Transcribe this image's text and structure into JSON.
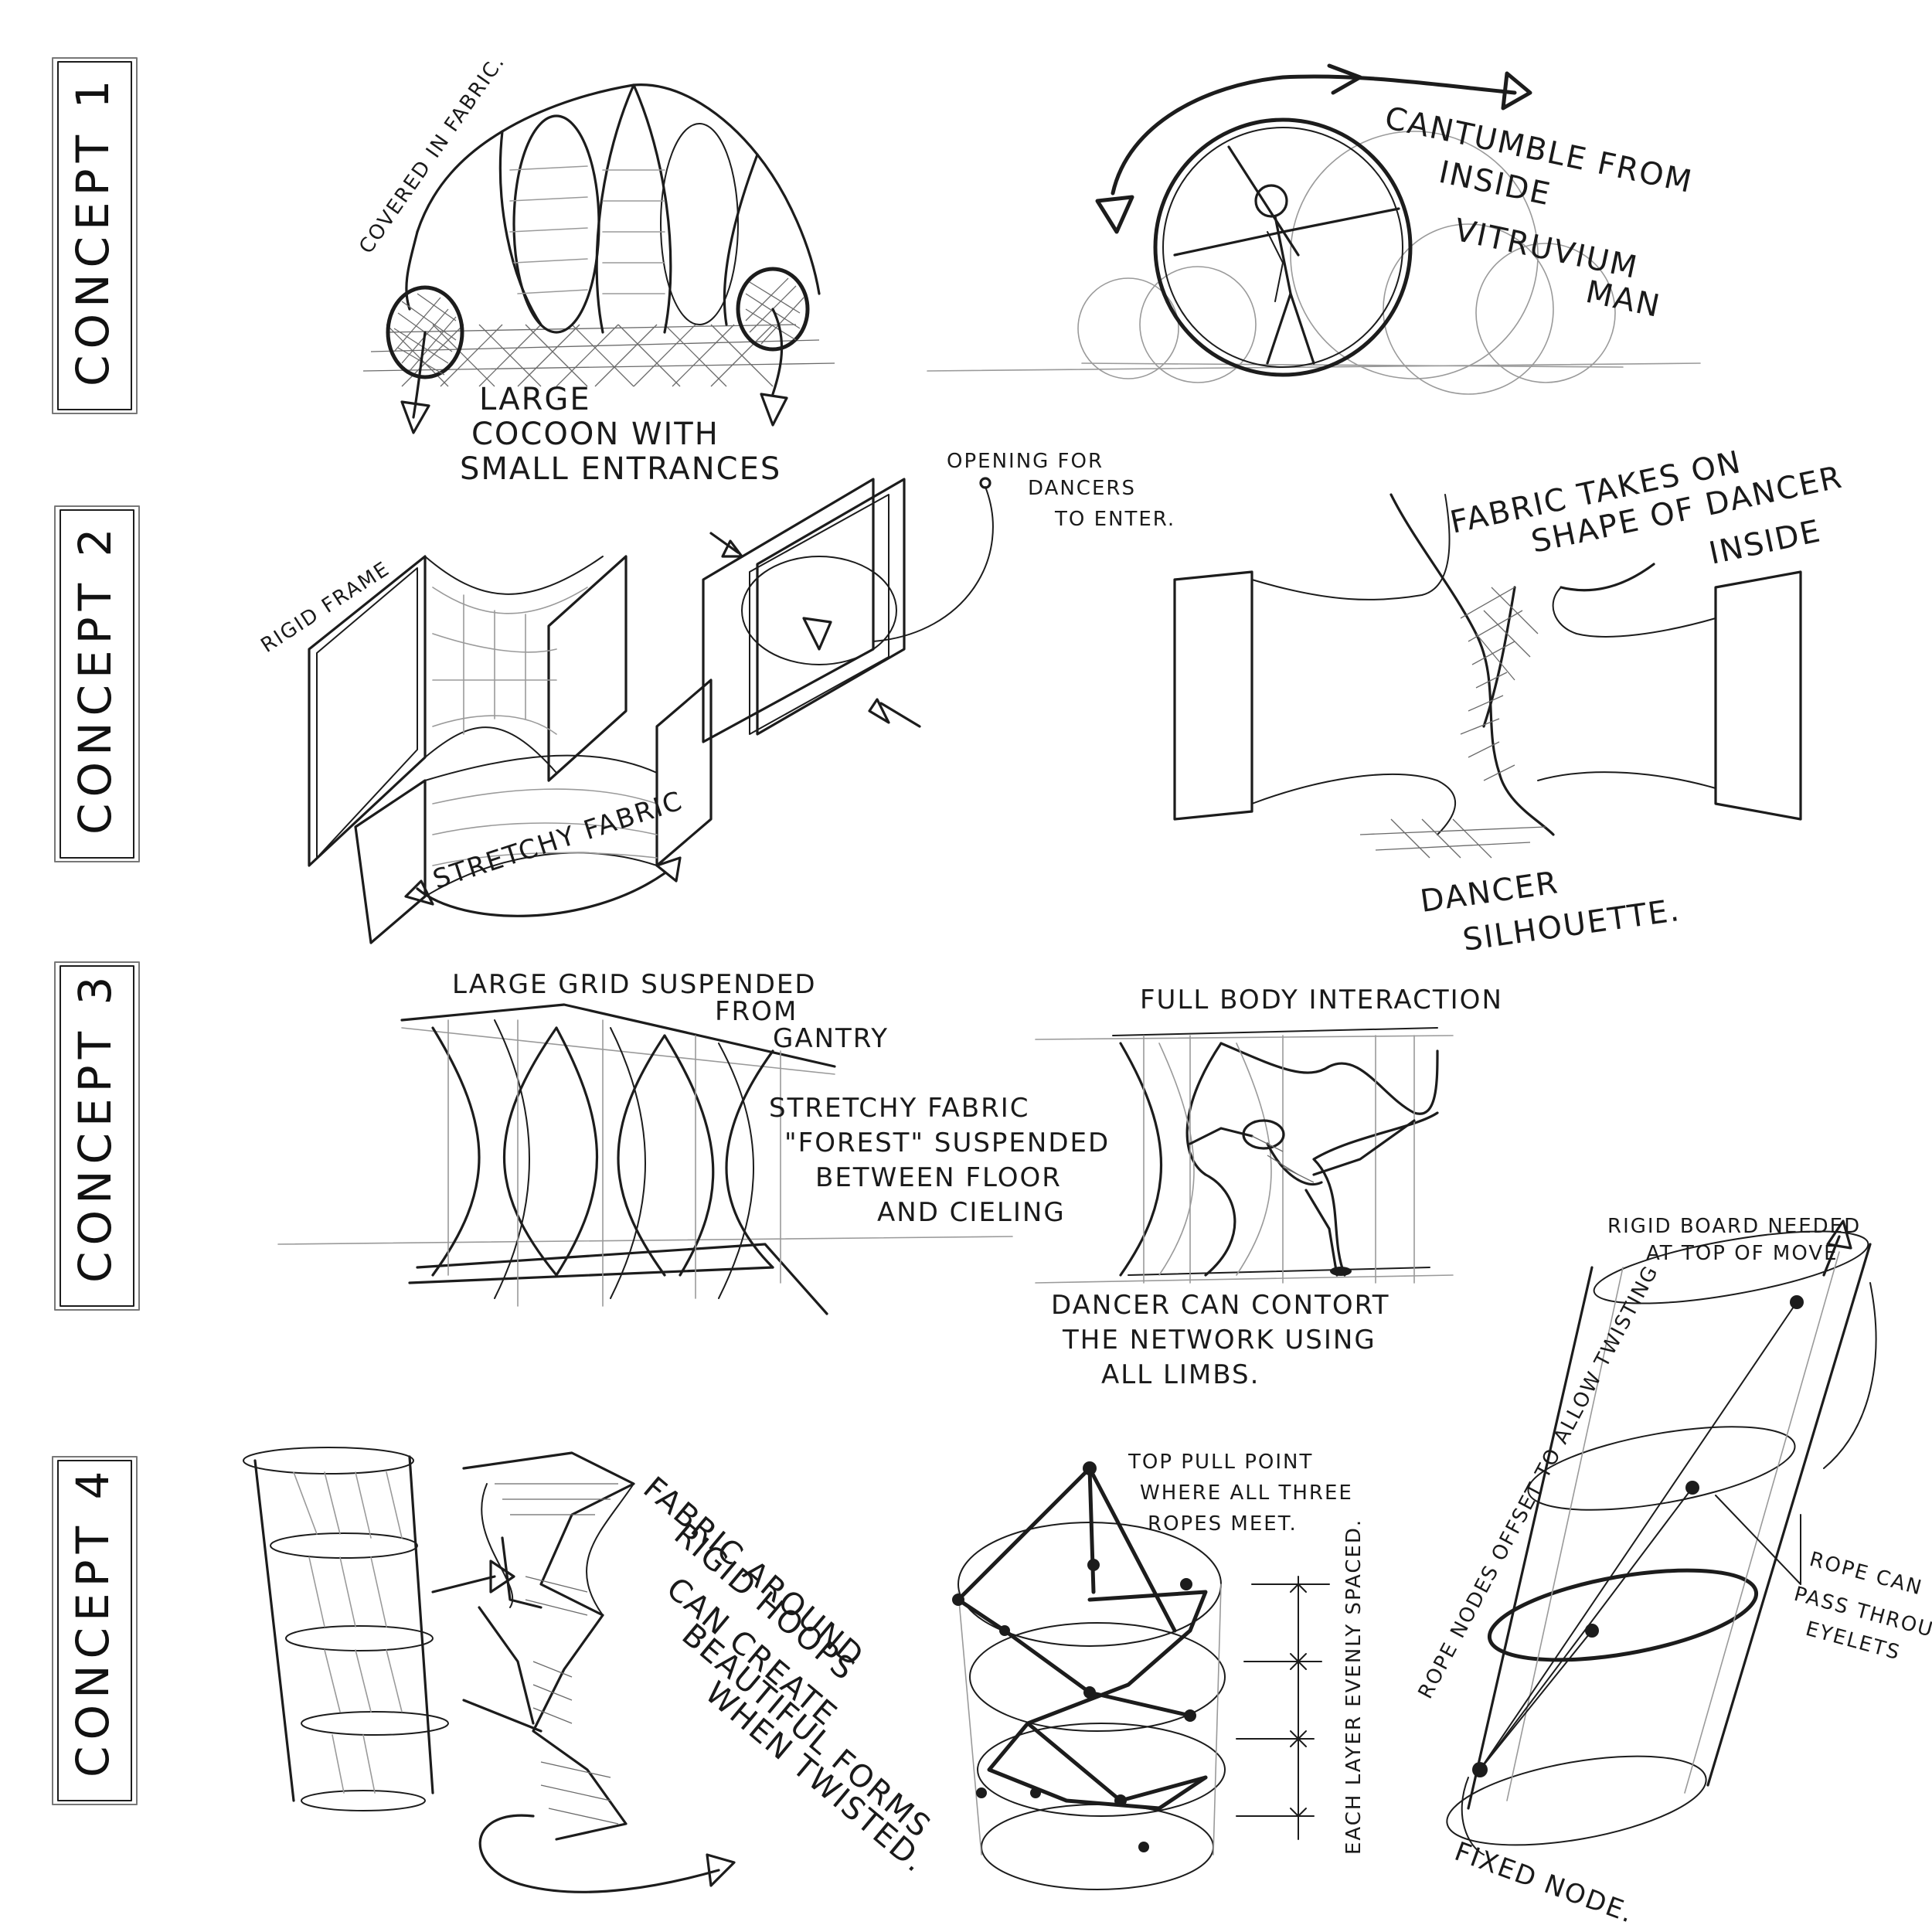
{
  "concepts": [
    {
      "label": "CONCEPT 1"
    },
    {
      "label": "CONCEPT 2"
    },
    {
      "label": "CONCEPT 3"
    },
    {
      "label": "CONCEPT 4"
    }
  ],
  "concept1": {
    "covered": "COVERED IN FABRIC.",
    "cocoon": [
      "LARGE",
      "COCOON WITH",
      "SMALL ENTRANCES"
    ],
    "cantumble": [
      "CANTUMBLE FROM",
      "INSIDE",
      "VITRUVIUM",
      "MAN"
    ]
  },
  "concept2": {
    "rigid_frame": "RIGID FRAME",
    "stretchy": "STRETCHY FABRIC",
    "opening": [
      "OPENING FOR",
      "DANCERS",
      "TO ENTER."
    ],
    "fabric_takes": [
      "FABRIC TAKES ON",
      "SHAPE OF DANCER",
      "INSIDE"
    ],
    "dancer": [
      "DANCER",
      "SILHOUETTE."
    ]
  },
  "concept3": {
    "grid": [
      "LARGE GRID SUSPENDED",
      "FROM",
      "GANTRY"
    ],
    "forest": [
      "STRETCHY FABRIC",
      "\"FOREST\" SUSPENDED",
      "BETWEEN FLOOR",
      "AND CIELING"
    ],
    "full_body": "FULL BODY INTERACTION",
    "contort": [
      "DANCER CAN CONTORT",
      "THE NETWORK USING",
      "ALL LIMBS."
    ]
  },
  "concept4": {
    "fabric_hoops": [
      "FABRIC AROUND",
      "RIGID HOOPS",
      "CAN CREATE",
      "BEAUTIFUL FORMS",
      "WHEN TWISTED."
    ],
    "top_pull": [
      "TOP PULL POINT",
      "WHERE ALL THREE",
      "ROPES MEET."
    ],
    "evenly": "EACH LAYER EVENLY SPACED.",
    "rigid_board": [
      "RIGID BOARD NEEDED",
      "AT TOP OF MOVE"
    ],
    "rope_nodes": "ROPE NODES OFFSET TO ALLOW TWISTING",
    "rope_pass": [
      "ROPE CAN",
      "PASS THROUGH",
      "EYELETS"
    ],
    "fixed": "FIXED NODE."
  }
}
